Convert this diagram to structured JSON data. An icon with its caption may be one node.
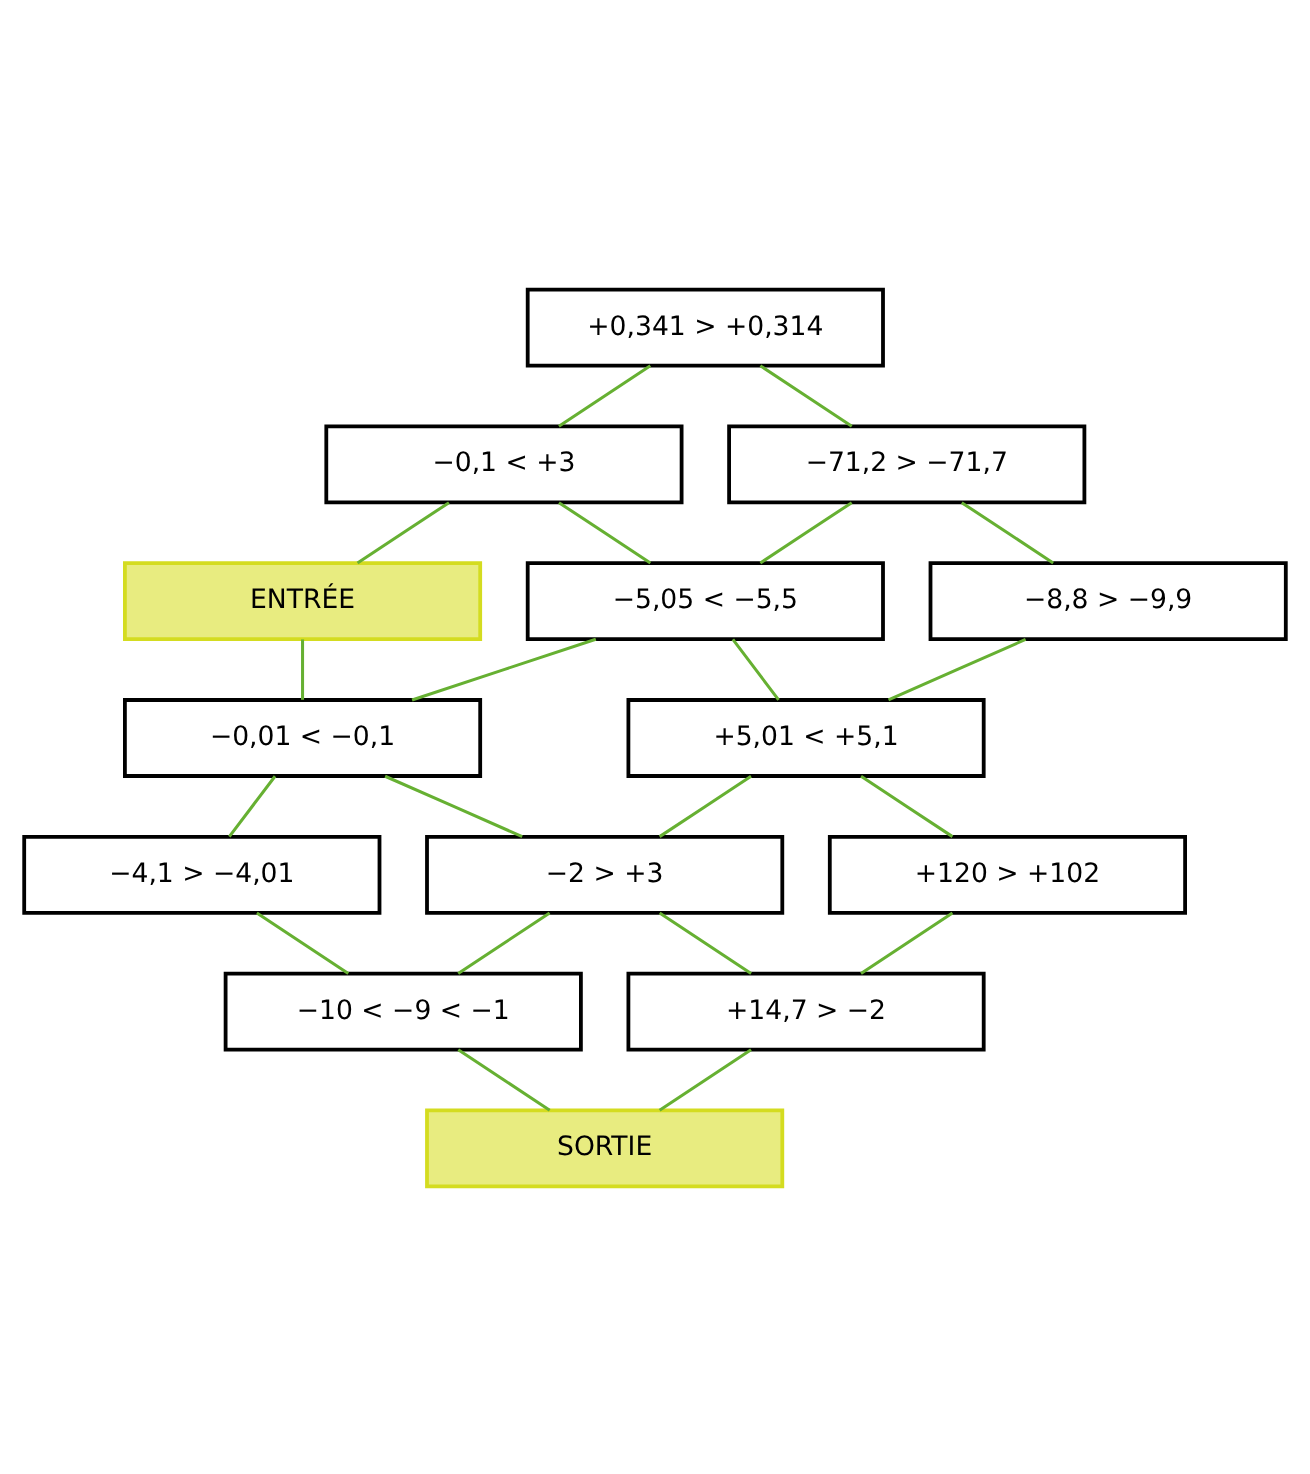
{
  "diagram": {
    "nodes": [
      {
        "text": [
          "+0,341 > +0,314"
        ]
      },
      {
        "text": [
          "−0,1 < +3"
        ]
      },
      {
        "text": [
          "−71,2 > −71,7"
        ]
      },
      {
        "text": [
          "ENTRÉE"
        ]
      },
      {
        "text": [
          "−5,05 < −5,5"
        ]
      },
      {
        "text": [
          "−8,8 > −9,9"
        ]
      },
      {
        "text": [
          "−0,01 < −0,1"
        ]
      },
      {
        "text": [
          "+5,01 < +5,1"
        ]
      },
      {
        "text": [
          "−4,1 > −4,01"
        ]
      },
      {
        "text": [
          "−2 > +3"
        ]
      },
      {
        "text": [
          "+120 > +102"
        ]
      },
      {
        "text": [
          "−10 < −9 < −1"
        ]
      },
      {
        "text": [
          "+14,7 > −2"
        ]
      },
      {
        "text": [
          "SORTIE"
        ]
      }
    ],
    "edges": [
      {
        "from": 0,
        "to": 1,
        "arrow": "none"
      },
      {
        "from": 0,
        "to": 2,
        "arrow": "none"
      },
      {
        "from": 1,
        "to": 3,
        "arrow": "none"
      },
      {
        "from": 1,
        "to": 4,
        "arrow": "none"
      },
      {
        "from": 2,
        "to": 4,
        "arrow": "none"
      },
      {
        "from": 2,
        "to": 5,
        "arrow": "none"
      },
      {
        "from": 3,
        "to": 6,
        "arrow": "none"
      },
      {
        "from": 4,
        "to": 6,
        "arrow": "none"
      },
      {
        "from": 4,
        "to": 7,
        "arrow": "none"
      },
      {
        "from": 5,
        "to": 7,
        "arrow": "none"
      },
      {
        "from": 6,
        "to": 8,
        "arrow": "none"
      },
      {
        "from": 6,
        "to": 9,
        "arrow": "none"
      },
      {
        "from": 7,
        "to": 9,
        "arrow": "none"
      },
      {
        "from": 7,
        "to": 10,
        "arrow": "none"
      },
      {
        "from": 8,
        "to": 11,
        "arrow": "none"
      },
      {
        "from": 9,
        "to": 11,
        "arrow": "none"
      },
      {
        "from": 9,
        "to": 12,
        "arrow": "none"
      },
      {
        "from": 10,
        "to": 12,
        "arrow": "none"
      },
      {
        "from": 11,
        "to": 13,
        "arrow": "none"
      },
      {
        "from": 12,
        "to": 13,
        "arrow": "none"
      }
    ]
  }
}
